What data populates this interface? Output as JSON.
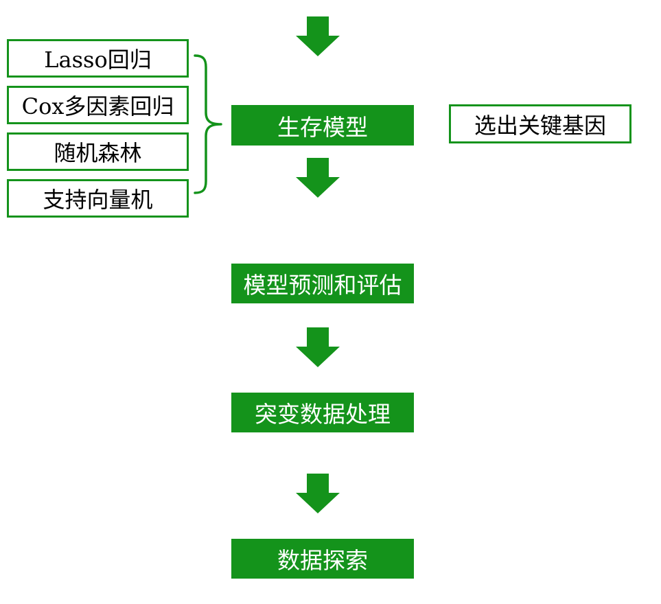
{
  "colors": {
    "accent": "#14931b",
    "filled_text": "#ffffff",
    "outline_text": "#000000"
  },
  "methods": [
    {
      "label": "Lasso回归"
    },
    {
      "label": "Cox多因素回归"
    },
    {
      "label": "随机森林"
    },
    {
      "label": "支持向量机"
    }
  ],
  "flow": {
    "survival_model": "生存模型",
    "prediction_eval": "模型预测和评估",
    "mutation_processing": "突变数据处理",
    "data_exploration": "数据探索"
  },
  "side_note": "选出关键基因",
  "icons": {
    "flow_arrow": "down-arrow-icon",
    "grouping": "right-brace-icon"
  }
}
